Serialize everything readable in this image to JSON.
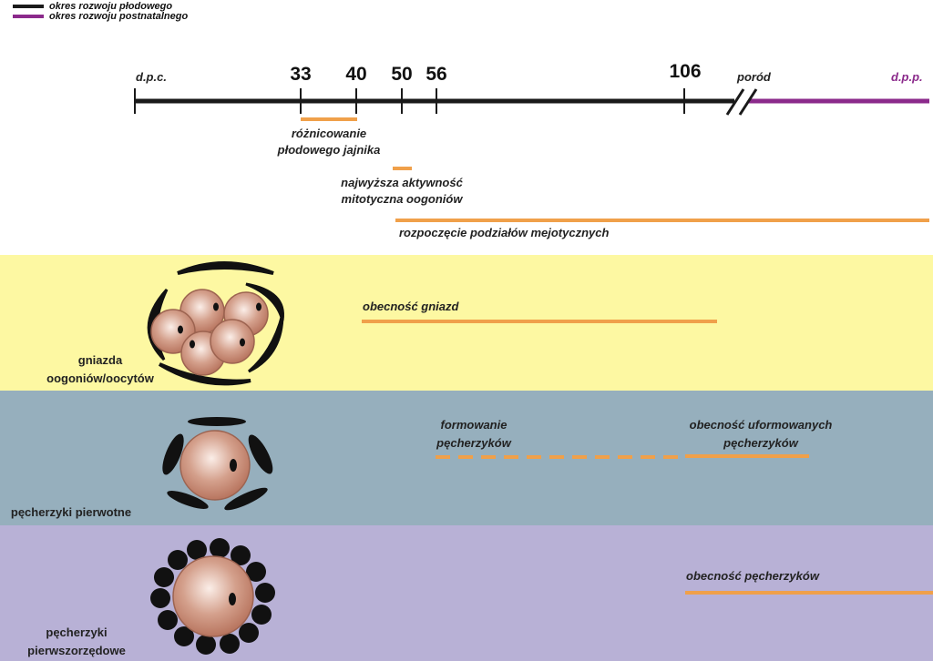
{
  "legend": [
    {
      "label": "okres rozwoju płodowego",
      "color": "#1a1a1a"
    },
    {
      "label": "okres rozwoju postnatalnego",
      "color": "#8b2a8b"
    }
  ],
  "timeline": {
    "start_label": "d.p.c.",
    "end_label": "d.p.p.",
    "birth_label": "poród",
    "ticks": [
      "33",
      "40",
      "50",
      "56",
      "106"
    ]
  },
  "events": {
    "differentiation": "różnicowanie\npłodowego jajnika",
    "mitotic": "najwyższa aktywność\nmitotyczna oogoniów",
    "meiosis": "rozpoczęcie podziałów mejotycznych"
  },
  "bands": {
    "nests": {
      "label": "gniazda\noogoniów/oocytów",
      "event": "obecność gniazd",
      "color": "#fdf8a2"
    },
    "primordial": {
      "label": "pęcherzyki pierwotne",
      "event_forming": "formowanie\npęcherzyków",
      "event_present": "obecność uformowanych\npęcherzyków",
      "color": "#96afbd"
    },
    "primary": {
      "label": "pęcherzyki\npierwszorzędowe",
      "event": "obecność pęcherzyków",
      "color": "#b8b1d6"
    }
  },
  "colors": {
    "accent_orange": "#f0a04a",
    "fetal": "#1a1a1a",
    "postnatal": "#8b2a8b",
    "oocyte": "#c98e78"
  }
}
